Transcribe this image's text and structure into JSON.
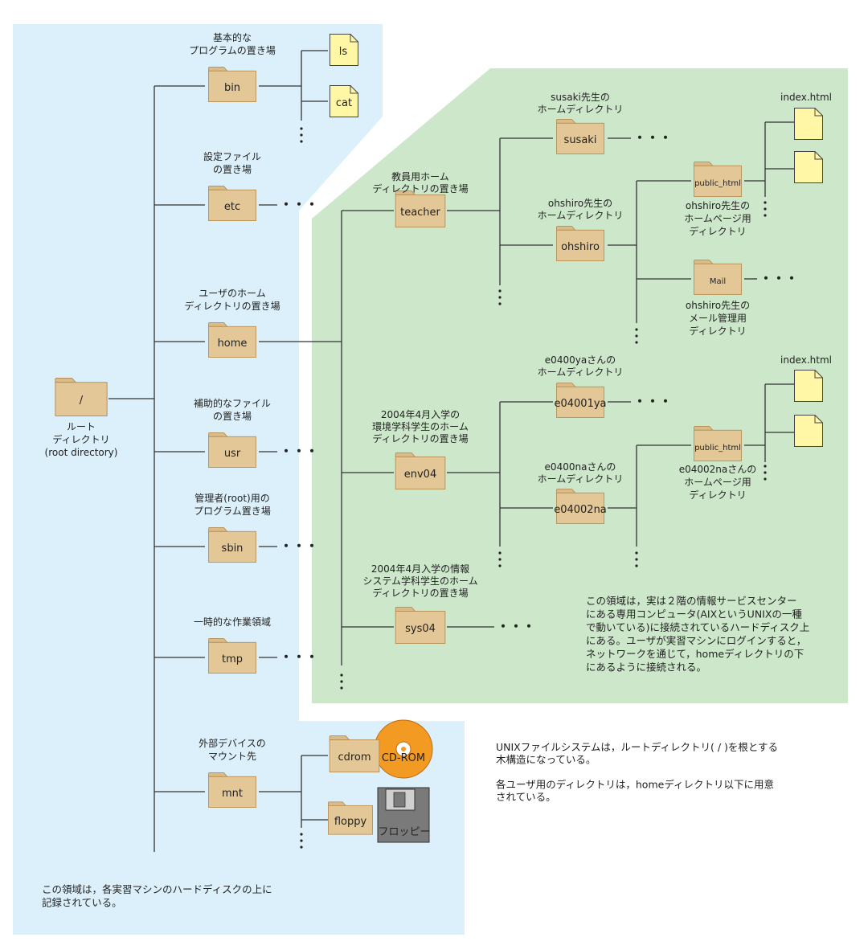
{
  "colors": {
    "local_region": "#dcf0fb",
    "remote_region": "#cde7cb",
    "folder": "#e3c796",
    "folder_stroke": "#b58f55",
    "file": "#fff7a6",
    "cd": "#f39a23",
    "floppy": "#7a7a7a",
    "line": "#333333"
  },
  "root": {
    "name": "/",
    "label": [
      "ルート",
      "ディレクトリ",
      "(root directory)"
    ]
  },
  "top_dirs": {
    "bin": {
      "name": "bin",
      "desc": [
        "基本的な",
        "プログラムの置き場"
      ]
    },
    "etc": {
      "name": "etc",
      "desc": [
        "設定ファイル",
        "の置き場"
      ]
    },
    "home": {
      "name": "home",
      "desc": [
        "ユーザのホーム",
        "ディレクトリの置き場"
      ]
    },
    "usr": {
      "name": "usr",
      "desc": [
        "補助的なファイル",
        "の置き場"
      ]
    },
    "sbin": {
      "name": "sbin",
      "desc": [
        "管理者(root)用の",
        "プログラム置き場"
      ]
    },
    "tmp": {
      "name": "tmp",
      "desc": [
        "一時的な作業領域"
      ]
    },
    "mnt": {
      "name": "mnt",
      "desc": [
        "外部デバイスの",
        "マウント先"
      ]
    }
  },
  "bin_files": [
    "ls",
    "cat"
  ],
  "mnt_children": {
    "cdrom": "cdrom",
    "floppy": "floppy"
  },
  "devices": {
    "cd": "CD-ROM",
    "floppy": "フロッピー"
  },
  "home_dirs": {
    "teacher": {
      "name": "teacher",
      "desc": [
        "教員用ホーム",
        "ディレクトリの置き場"
      ]
    },
    "env04": {
      "name": "env04",
      "desc": [
        "2004年4月入学の",
        "環境学科学生のホーム",
        "ディレクトリの置き場"
      ]
    },
    "sys04": {
      "name": "sys04",
      "desc": [
        "2004年4月入学の情報",
        "システム学科学生のホーム",
        "ディレクトリの置き場"
      ]
    }
  },
  "users": {
    "susaki": {
      "name": "susaki",
      "desc": [
        "susaki先生の",
        "ホームディレクトリ"
      ]
    },
    "ohshiro": {
      "name": "ohshiro",
      "desc": [
        "ohshiro先生の",
        "ホームディレクトリ"
      ]
    },
    "e04001ya": {
      "name": "e04001ya",
      "desc": [
        "e0400yaさんの",
        "ホームディレクトリ"
      ]
    },
    "e04002na": {
      "name": "e04002na",
      "desc": [
        "e0400naさんの",
        "ホームディレクトリ"
      ]
    }
  },
  "subdirs": {
    "public_html_1": {
      "name": "public_html",
      "desc": [
        "ohshiro先生の",
        "ホームページ用",
        "ディレクトリ"
      ]
    },
    "mail": {
      "name": "Mail",
      "desc": [
        "ohshiro先生の",
        "メール管理用",
        "ディレクトリ"
      ]
    },
    "public_html_2": {
      "name": "public_html",
      "desc": [
        "e04002naさんの",
        "ホームページ用",
        "ディレクトリ"
      ]
    }
  },
  "index_file": "index.html",
  "dots_h": "・・・",
  "dots_v": "⋮",
  "notes": {
    "remote": [
      "この領域は，実は２階の情報サービスセンター",
      "にある専用コンピュータ(AIXというUNIXの一種",
      "で動いている)に接続されているハードディスク上",
      "にある。ユーザが実習マシンにログインすると，",
      "ネットワークを通じて，homeディレクトリの下",
      "にあるように接続される。"
    ],
    "local": [
      "この領域は，各実習マシンのハードディスクの上に",
      "記録されている。"
    ],
    "summary": [
      "UNIXファイルシステムは，ルートディレクトリ( / )を根とする",
      "木構造になっている。",
      "",
      "各ユーザ用のディレクトリは，homeディレクトリ以下に用意",
      "されている。"
    ]
  }
}
